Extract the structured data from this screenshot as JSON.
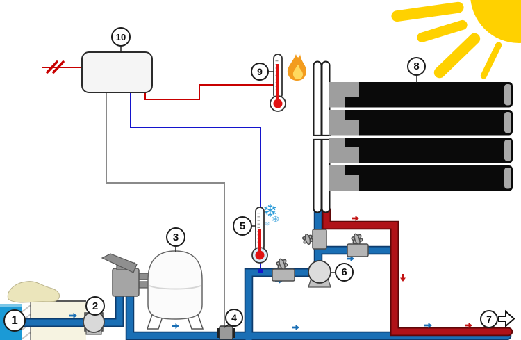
{
  "diagram": {
    "type": "solar-pool-heating-schematic",
    "callouts": [
      {
        "id": "pool",
        "number": "1"
      },
      {
        "id": "pump",
        "number": "2"
      },
      {
        "id": "filter-tank",
        "number": "3"
      },
      {
        "id": "temperature-sensor",
        "number": "4"
      },
      {
        "id": "cold-thermometer",
        "number": "5"
      },
      {
        "id": "three-way-valve",
        "number": "6"
      },
      {
        "id": "return-outlet",
        "number": "7"
      },
      {
        "id": "solar-collectors",
        "number": "8"
      },
      {
        "id": "hot-thermometer",
        "number": "9"
      },
      {
        "id": "controller",
        "number": "10"
      }
    ]
  },
  "icons": {
    "snowflake_glyph": "❄",
    "sun_icon": "sun",
    "flame_icon": "flame",
    "outlet_arrow_icon": "hollow-right-arrow",
    "flow_arrow_icon": "small-flow-arrow"
  },
  "colors": {
    "pipe_cold": "#1A6FB5",
    "pipe_cold_dark": "#0D3C6E",
    "pipe_hot": "#B01218",
    "pipe_hot_dark": "#5E0708",
    "wire_power": "#C80000",
    "wire_sensor": "#8A8A8A",
    "wire_probe": "#1414CC",
    "sun": "#FFD100",
    "water": "#1B9AD6",
    "deck": "#F6F3E1",
    "sand": "#EBE5BB",
    "snowflake": "#2B9BD8",
    "mercury": "#E01212",
    "flame_outer": "#F39C1E",
    "flame_inner": "#FFD95E",
    "panel_black": "#0A0A0A",
    "panel_header": "#9E9E9E",
    "therm_cold_fill": "#D9ECF8"
  }
}
